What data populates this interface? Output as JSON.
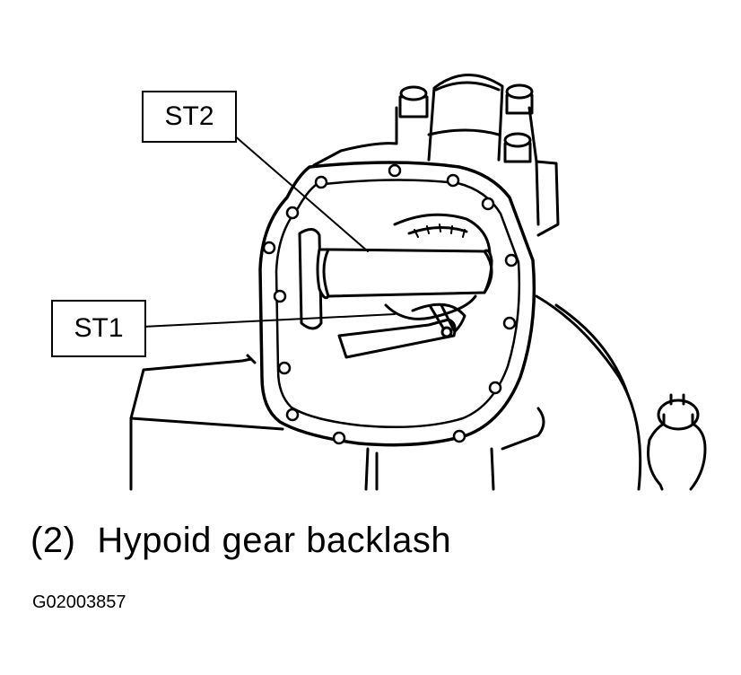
{
  "labels": {
    "st2": "ST2",
    "st1": "ST1"
  },
  "caption": {
    "number": "(2)",
    "text": "Hypoid gear backlash"
  },
  "figure_code": "G02003857"
}
